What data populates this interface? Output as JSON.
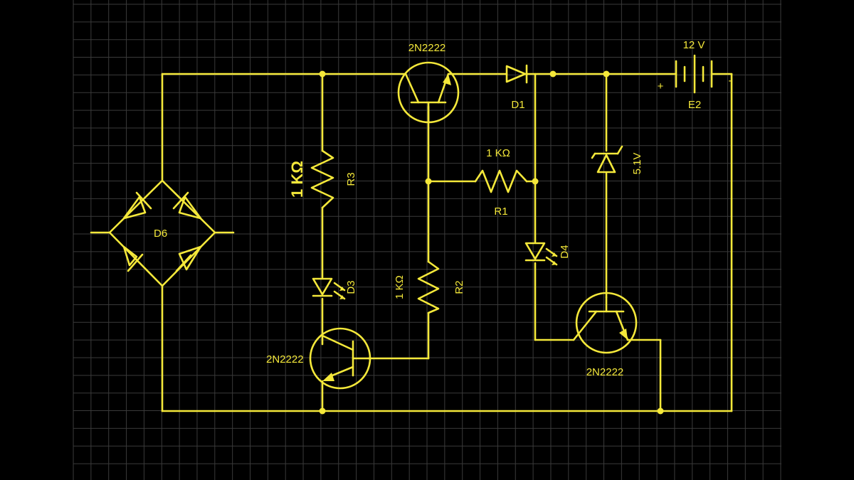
{
  "colors": {
    "background": "#000000",
    "grid": "#3a3a3a",
    "wire": "#f4e83a"
  },
  "components": {
    "bridge": {
      "label": "D6"
    },
    "r3": {
      "value": "1 KΩ",
      "label": "R3"
    },
    "q_top": {
      "label": "2N2222"
    },
    "d1": {
      "label": "D1"
    },
    "battery": {
      "voltage": "12 V",
      "label": "E2",
      "plus": "+",
      "minus": "-"
    },
    "r1": {
      "value": "1 KΩ",
      "label": "R1"
    },
    "zener": {
      "value": "5.1V"
    },
    "r2": {
      "value": "1 KΩ",
      "label": "R2"
    },
    "d3": {
      "label": "D3"
    },
    "d4": {
      "label": "D4"
    },
    "q_left": {
      "label": "2N2222"
    },
    "q_right": {
      "label": "2N2222"
    }
  }
}
